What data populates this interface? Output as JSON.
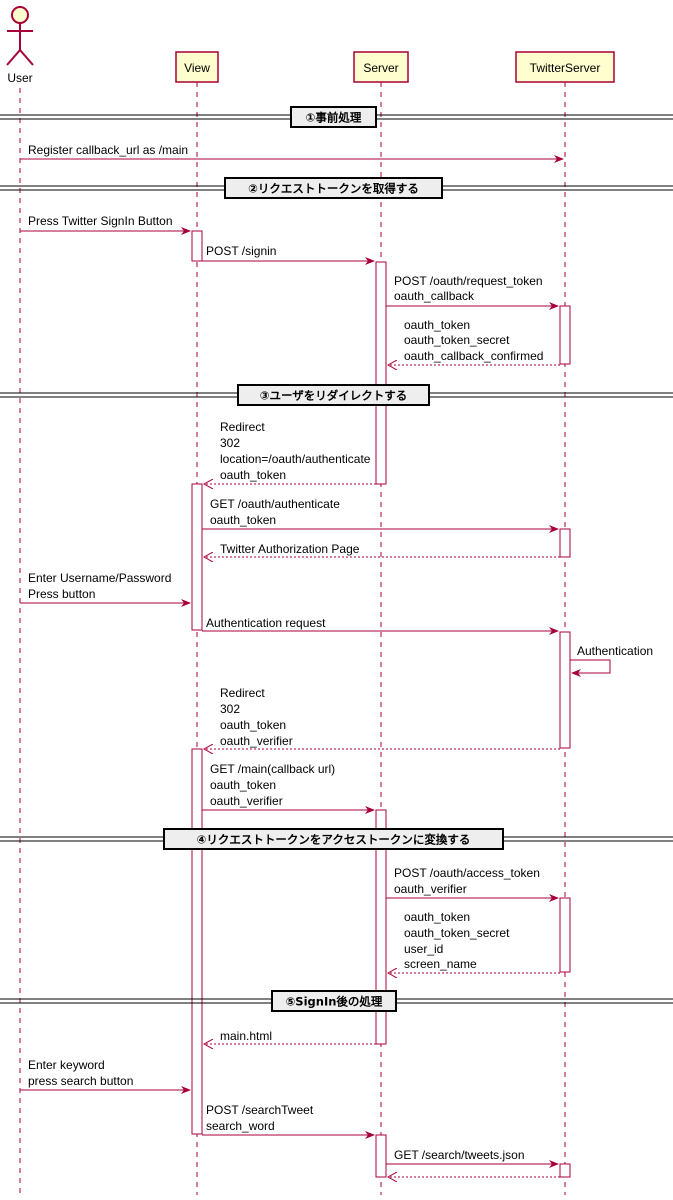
{
  "participants": {
    "user": "User",
    "view": "View",
    "server": "Server",
    "twitter": "TwitterServer"
  },
  "sections": [
    "①事前処理",
    "②リクエストトークンを取得する",
    "③ユーザをリダイレクトする",
    "④リクエストトークンをアクセストークンに変換する",
    "⑤SignIn後の処理"
  ],
  "messages": [
    [
      "Register callback_url as /main"
    ],
    [
      "Press Twitter SignIn Button"
    ],
    [
      "POST /signin"
    ],
    [
      "POST /oauth/request_token",
      "oauth_callback"
    ],
    [
      "oauth_token",
      "oauth_token_secret",
      "oauth_callback_confirmed"
    ],
    [
      "Redirect",
      "302",
      "location=/oauth/authenticate",
      "oauth_token"
    ],
    [
      "GET /oauth/authenticate",
      "oauth_token"
    ],
    [
      "Twitter Authorization Page"
    ],
    [
      "Enter Username/Password",
      "Press button"
    ],
    [
      "Authentication request"
    ],
    [
      "Authentication"
    ],
    [
      "Redirect",
      "302",
      "oauth_token",
      "oauth_verifier"
    ],
    [
      "GET /main(callback url)",
      "oauth_token",
      "oauth_verifier"
    ],
    [
      "POST /oauth/access_token",
      "oauth_verifier"
    ],
    [
      "oauth_token",
      "oauth_token_secret",
      "user_id",
      "screen_name"
    ],
    [
      "main.html"
    ],
    [
      "Enter keyword",
      "press search button"
    ],
    [
      "POST /searchTweet",
      "search_word"
    ],
    [
      "GET /search/tweets.json"
    ]
  ],
  "colors": {
    "line": "#A80036",
    "participant_fill": "#FEFECE",
    "separator_fill": "#EEEEEE"
  }
}
